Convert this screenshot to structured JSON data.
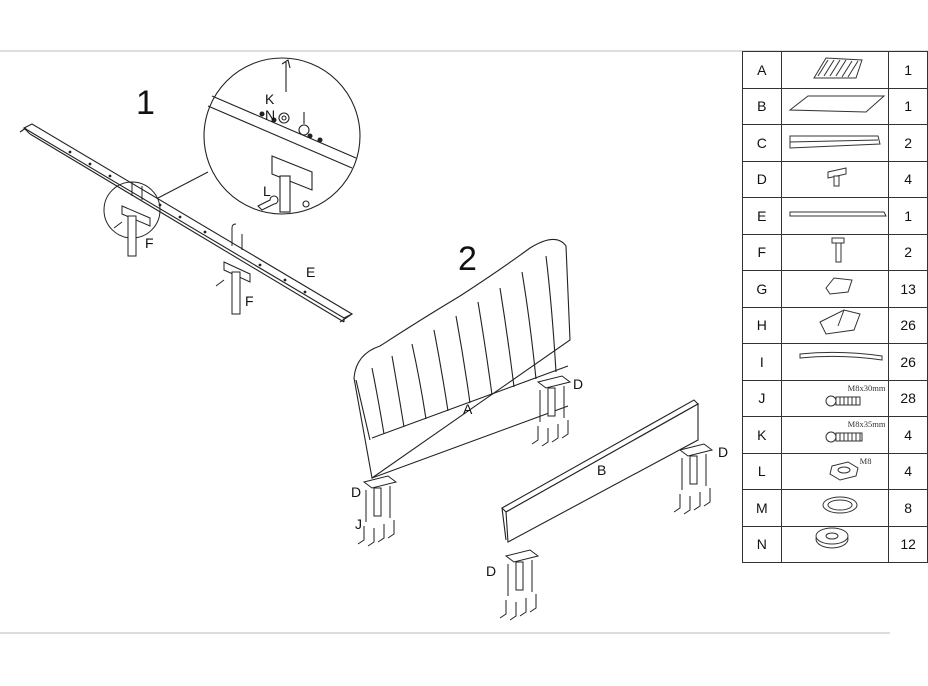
{
  "steps": {
    "s1": "1",
    "s2": "2"
  },
  "step1_labels": {
    "K": "K",
    "N": "N",
    "L": "L",
    "E": "E",
    "F1": "F",
    "F2": "F"
  },
  "step2_labels": {
    "A": "A",
    "B": "B",
    "D1": "D",
    "D2": "D",
    "D3": "D",
    "D4": "D",
    "J": "J"
  },
  "parts": [
    {
      "letter": "A",
      "qty": "1",
      "icon": "headboard-panel-icon"
    },
    {
      "letter": "B",
      "qty": "1",
      "icon": "footboard-panel-icon"
    },
    {
      "letter": "C",
      "qty": "2",
      "icon": "side-rail-icon"
    },
    {
      "letter": "D",
      "qty": "4",
      "icon": "leg-bracket-icon"
    },
    {
      "letter": "E",
      "qty": "1",
      "icon": "center-beam-icon"
    },
    {
      "letter": "F",
      "qty": "2",
      "icon": "support-leg-icon"
    },
    {
      "letter": "G",
      "qty": "13",
      "icon": "slat-cap-icon"
    },
    {
      "letter": "H",
      "qty": "26",
      "icon": "slat-holder-icon"
    },
    {
      "letter": "I",
      "qty": "26",
      "icon": "slat-icon"
    },
    {
      "letter": "J",
      "qty": "28",
      "icon": "bolt-icon",
      "size": "M8x30mm"
    },
    {
      "letter": "K",
      "qty": "4",
      "icon": "bolt-icon",
      "size": "M8x35mm"
    },
    {
      "letter": "L",
      "qty": "4",
      "icon": "nut-icon",
      "size": "M8"
    },
    {
      "letter": "M",
      "qty": "8",
      "icon": "spring-washer-icon"
    },
    {
      "letter": "N",
      "qty": "12",
      "icon": "flat-washer-icon"
    }
  ]
}
